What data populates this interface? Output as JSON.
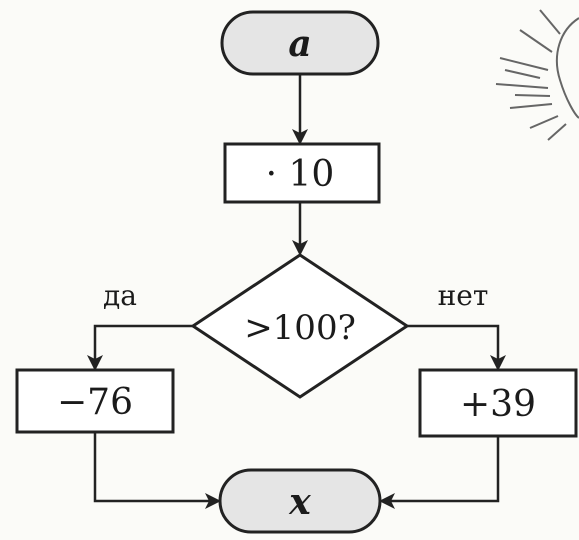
{
  "flowchart": {
    "start_label": "a",
    "multiply_label": "· 10",
    "decision_label": ">100?",
    "yes_label": "да",
    "no_label": "нет",
    "left_op_label": "−76",
    "right_op_label": "+39",
    "end_label": "x"
  },
  "colors": {
    "terminator_fill": "#e5e5e5",
    "stroke": "#222222",
    "box_fill": "#ffffff"
  }
}
